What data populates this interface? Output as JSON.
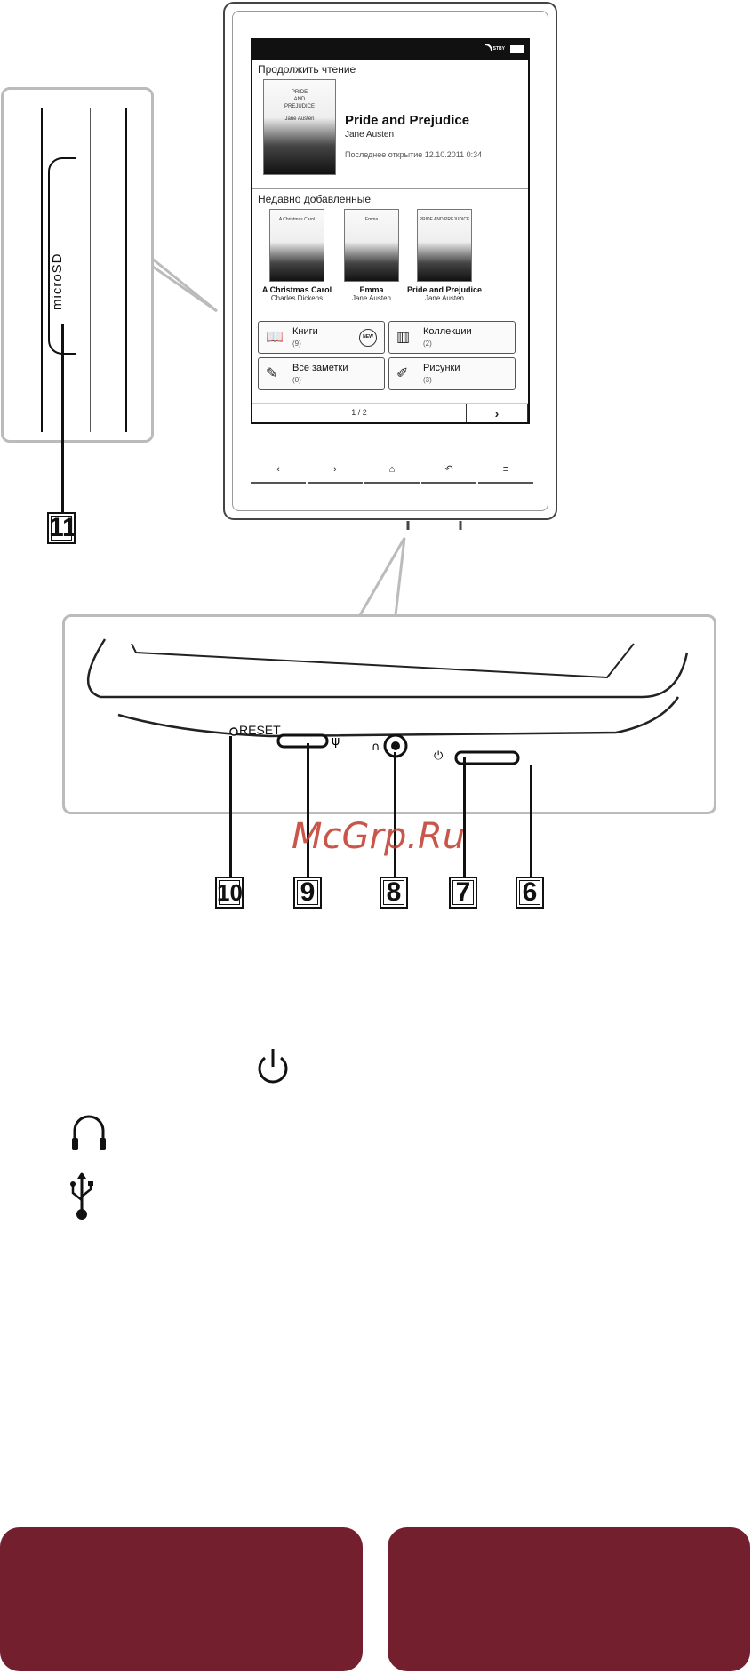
{
  "screen": {
    "status": {
      "stby": "STBY"
    },
    "continue_title": "Продолжить чтение",
    "current_book": {
      "cover_lines": [
        "PRIDE",
        "AND",
        "PREJUDICE",
        "Jane Austen"
      ],
      "title": "Pride and Prejudice",
      "author": "Jane Austen",
      "last_opened": "Последнее открытие 12.10.2011 0:34"
    },
    "recent_title": "Недавно добавленные",
    "recent_books": [
      {
        "cover": "A Christmas Carol",
        "title": "A Christmas Carol",
        "author": "Charles Dickens"
      },
      {
        "cover": "Emma",
        "title": "Emma",
        "author": "Jane Austen"
      },
      {
        "cover": "PRIDE AND PREJUDICE",
        "title": "Pride and Prejudice",
        "author": "Jane Austen"
      }
    ],
    "tiles": [
      {
        "label": "Книги",
        "count": "(9)",
        "icon": "book-icon",
        "badge": "NEW"
      },
      {
        "label": "Коллекции",
        "count": "(2)",
        "icon": "collections-icon"
      },
      {
        "label": "Все заметки",
        "count": "(0)",
        "icon": "notes-icon"
      },
      {
        "label": "Рисунки",
        "count": "(3)",
        "icon": "drawings-icon"
      }
    ],
    "page_indicator": "1 / 2",
    "next_glyph": "›"
  },
  "device_buttons": [
    "‹",
    "›",
    "⌂",
    "↶",
    "≡"
  ],
  "sd_label": "microSD",
  "reset_label": "RESET",
  "callouts": [
    "11",
    "10",
    "9",
    "8",
    "7",
    "6"
  ],
  "watermark": "McGrp.Ru",
  "icons": [
    "power-icon",
    "headphones-icon",
    "usb-icon"
  ],
  "accent_color": "#741f2e"
}
